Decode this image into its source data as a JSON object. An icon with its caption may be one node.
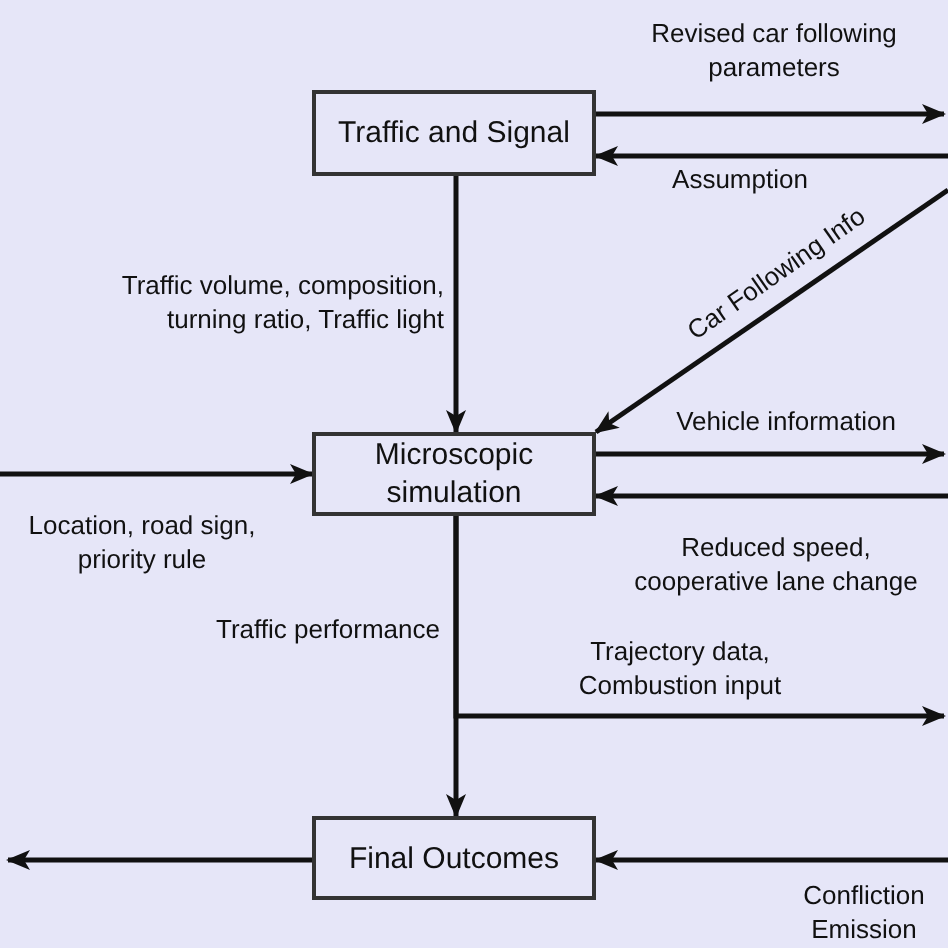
{
  "diagram": {
    "nodes": [
      {
        "text": [
          "Traffic and Signal"
        ]
      },
      {
        "text": [
          "Microscopic simulation"
        ]
      },
      {
        "text": [
          "Final Outcomes"
        ]
      }
    ],
    "edges": [
      {
        "from": 0,
        "to": null,
        "arrow": "to",
        "label": "Revised car following parameters"
      },
      {
        "from": null,
        "to": 0,
        "arrow": "to",
        "label": "Assumption"
      },
      {
        "from": null,
        "to": 1,
        "arrow": "to",
        "label": "Car Following Info"
      },
      {
        "from": 0,
        "to": 1,
        "arrow": "to",
        "label": "Traffic volume, composition, turning ratio, Traffic light"
      },
      {
        "from": null,
        "to": 1,
        "arrow": "to",
        "label": "Location, road sign, priority rule"
      },
      {
        "from": 1,
        "to": null,
        "arrow": "to",
        "label": "Vehicle information"
      },
      {
        "from": null,
        "to": 1,
        "arrow": "to",
        "label": "Reduced speed, cooperative lane change"
      },
      {
        "from": 1,
        "to": 2,
        "arrow": "to",
        "label": "Traffic performance"
      },
      {
        "from": 1,
        "to": null,
        "arrow": "to",
        "label": "Trajectory data, Combustion input"
      },
      {
        "from": null,
        "to": 2,
        "arrow": "to",
        "label": "Confliction Emission"
      },
      {
        "from": 2,
        "to": null,
        "arrow": "to"
      }
    ]
  }
}
